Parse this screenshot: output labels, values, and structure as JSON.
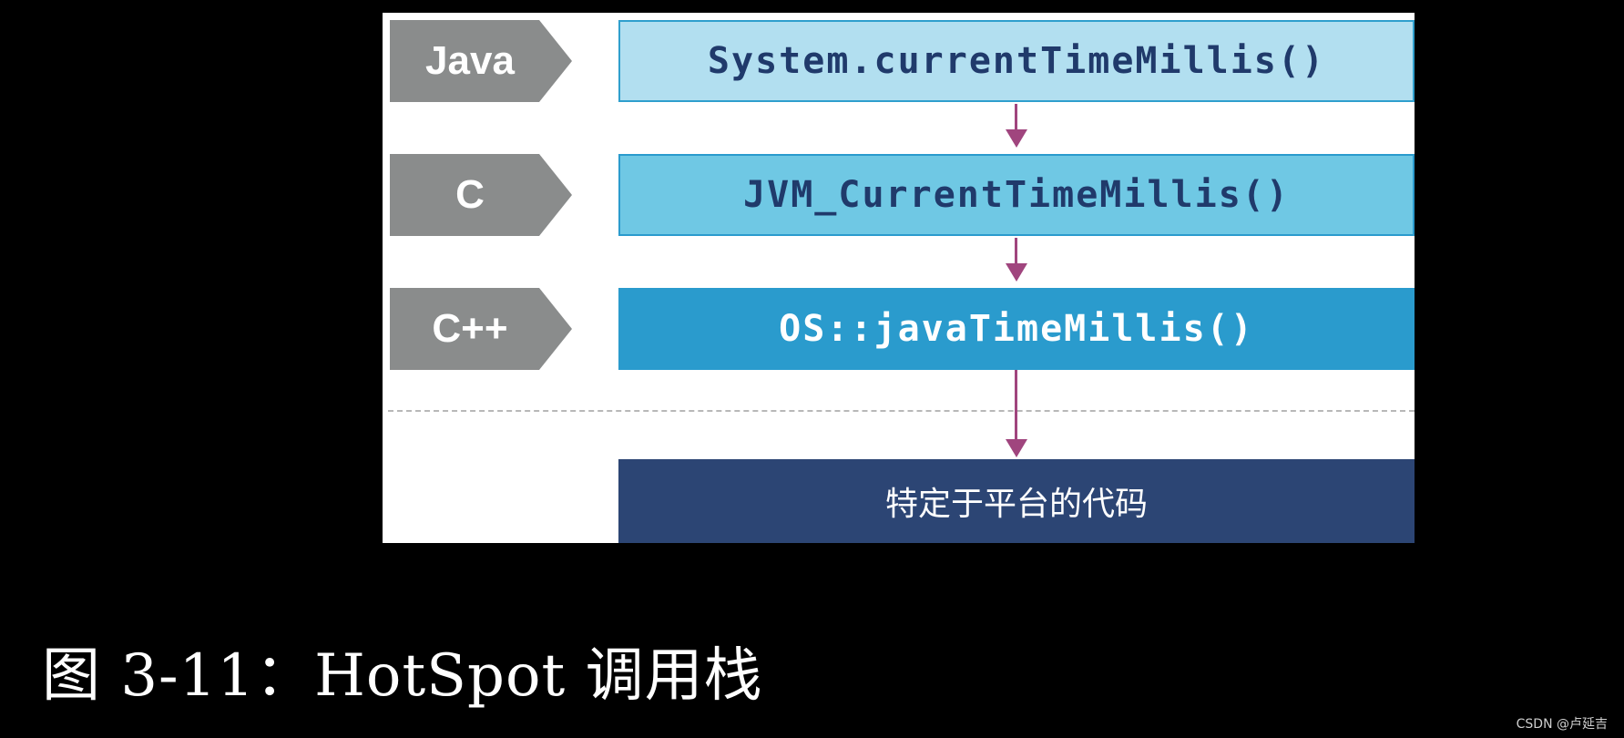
{
  "diagram": {
    "layers": [
      {
        "language": "Java",
        "call": "System.currentTimeMillis()"
      },
      {
        "language": "C",
        "call": "JVM_CurrentTimeMillis()"
      },
      {
        "language": "C++",
        "call": "OS::javaTimeMillis()"
      }
    ],
    "platform_box": "特定于平台的代码"
  },
  "caption": "图 3-11：HotSpot 调用栈",
  "watermark": "CSDN @卢延吉",
  "colors": {
    "tag_gray": "#8a8c8c",
    "java_box": "#b2dff0",
    "c_box": "#6fc8e4",
    "cpp_box": "#2a9bcd",
    "platform_box": "#2c4574",
    "arrow": "#a0457e"
  }
}
